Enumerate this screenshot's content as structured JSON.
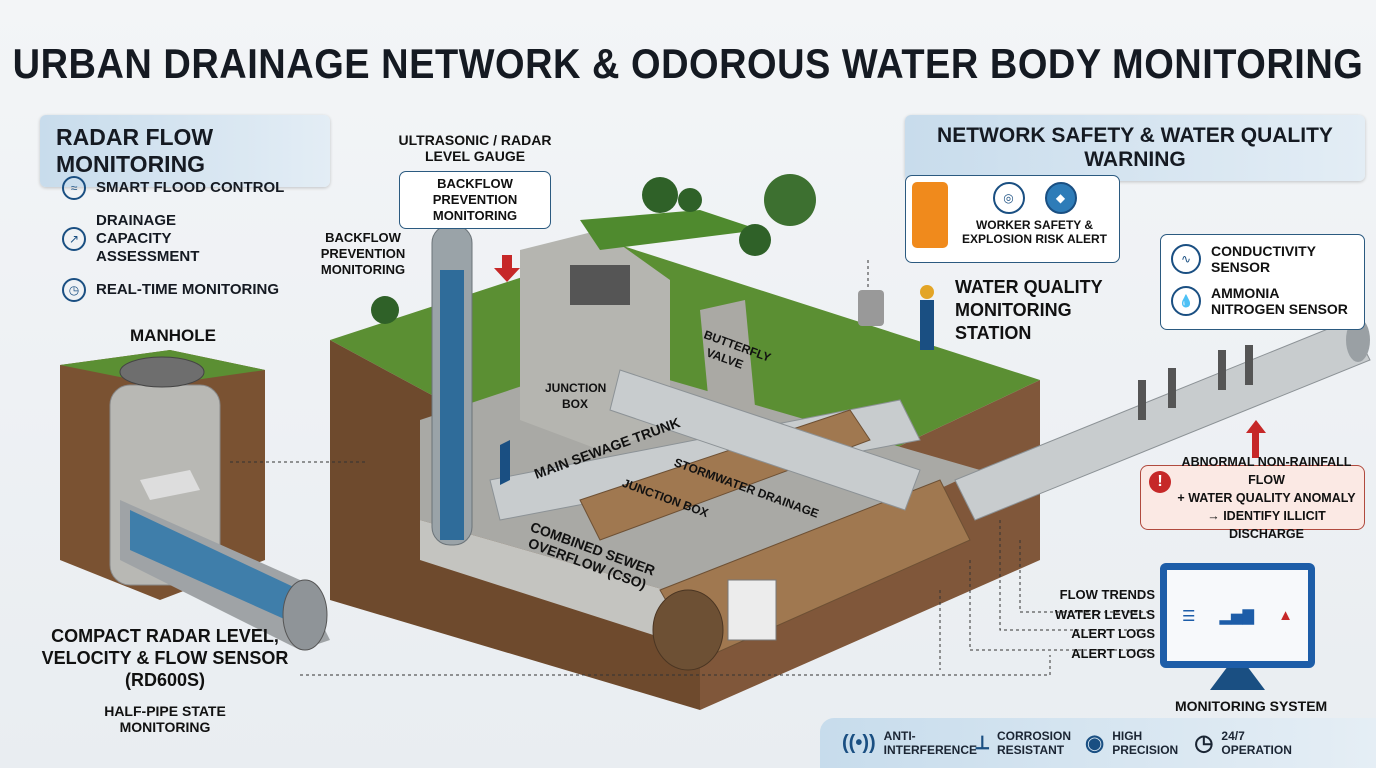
{
  "title": "URBAN DRAINAGE NETWORK & ODOROUS WATER BODY MONITORING",
  "left": {
    "heading": "RADAR FLOW MONITORING",
    "features": [
      {
        "icon": "water-drop-icon",
        "label": "SMART FLOOD CONTROL"
      },
      {
        "icon": "gauge-icon",
        "label": "DRAINAGE CAPACITY ASSESSMENT"
      },
      {
        "icon": "stopwatch-icon",
        "label": "REAL-TIME MONITORING"
      }
    ],
    "manhole_label": "MANHOLE",
    "sensor_label": "COMPACT RADAR LEVEL, VELOCITY & FLOW SENSOR (RD600S)",
    "sensor_sub": "HALF-PIPE STATE MONITORING"
  },
  "diagram": {
    "ultrasonic": "ULTRASONIC / RADAR LEVEL GAUGE",
    "backflow_box": "BACKFLOW PREVENTION MONITORING",
    "backflow_side": "BACKFLOW PREVENTION MONITORING",
    "junction_box_1": "JUNCTION BOX",
    "butterfly_valve": "BUTTERFLY VALVE",
    "main_trunk": "MAIN SEWAGE TRUNK",
    "stormwater": "STORMWATER DRAINAGE",
    "junction_box_2": "JUNCTION BOX",
    "cso": "COMBINED SEWER OVERFLOW (CSO)"
  },
  "right": {
    "heading": "NETWORK SAFETY & WATER QUALITY WARNING",
    "worker_alert": "WORKER SAFETY & EXPLOSION RISK ALERT",
    "station": "WATER QUALITY MONITORING STATION",
    "sensors": [
      {
        "icon": "waveform-icon",
        "label": "CONDUCTIVITY SENSOR"
      },
      {
        "icon": "droplet-icon",
        "label": "AMMONIA NITROGEN SENSOR"
      }
    ],
    "alert": [
      "ABNORMAL NON-RAINFALL FLOW",
      "+ WATER QUALITY ANOMALY",
      "→ IDENTIFY ILLICIT DISCHARGE"
    ],
    "data_links": [
      "FLOW TRENDS",
      "WATER LEVELS",
      "ALERT LOGS",
      "ALERT LOGS"
    ],
    "monitor_label": "MONITORING SYSTEM"
  },
  "bottom": [
    {
      "icon": "antenna-icon",
      "label": "ANTI-INTERFERENCE"
    },
    {
      "icon": "corrosion-icon",
      "label": "CORROSION RESISTANT"
    },
    {
      "icon": "target-icon",
      "label": "HIGH PRECISION"
    },
    {
      "icon": "clock-icon",
      "label": "24/7 OPERATION"
    }
  ],
  "colors": {
    "accent": "#1a4f82",
    "alert": "#c62828",
    "grass": "#4f8a2e",
    "soil": "#7a5232"
  }
}
